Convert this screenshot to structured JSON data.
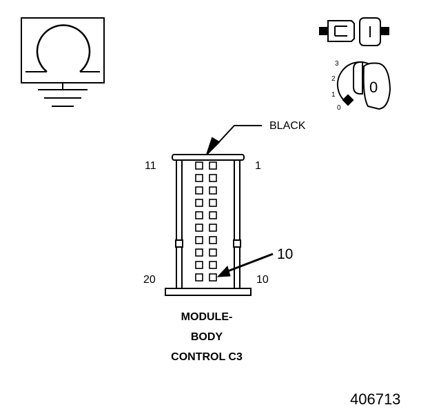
{
  "connector": {
    "color_label": "BLACK",
    "pin_top_left": "11",
    "pin_top_right": "1",
    "pin_bottom_left": "20",
    "pin_bottom_right": "10",
    "callout_pin": "10",
    "pins_per_column": 10,
    "columns": 2
  },
  "caption": {
    "line1": "MODULE-",
    "line2": "BODY",
    "line3": "CONTROL C3"
  },
  "ignition_positions": [
    "3",
    "2",
    "1",
    "0"
  ],
  "key_label": "0",
  "figure_number": "406713",
  "icons": {
    "ground_symbol": "ground-icon",
    "connector_plug": "connector-plug-icon",
    "ignition_key": "ignition-key-icon"
  },
  "colors": {
    "ink": "#000000",
    "background": "#ffffff"
  }
}
